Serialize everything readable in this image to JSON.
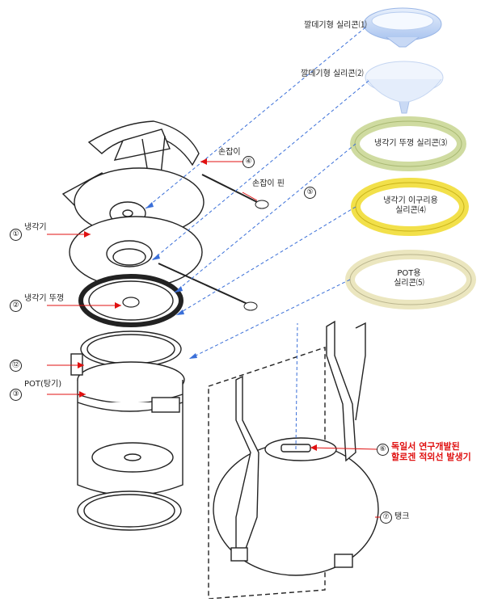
{
  "parts": {
    "silicone1": "깔데기형 실리콘⑴",
    "silicone2": "깔데기형 실리콘⑵",
    "silicone3": "냉각기 뚜껑 실리콘⑶",
    "silicone4_line1": "냉각기 이구리용",
    "silicone4_line2": "실리콘⑷",
    "silicone5_line1": "POT용",
    "silicone5_line2": "실리콘⑸",
    "handle": "손잡이",
    "handle_pin": "손잡이 핀",
    "cooler": "냉각기",
    "cooler_lid": "냉각기 뚜껑",
    "pot": "POT(탕기)",
    "uv_line1": "독일서 연구개발된",
    "uv_line2": "할로겐 적외선 발생기",
    "tank": "탱크"
  },
  "numbers": {
    "n1": "①",
    "n2": "②",
    "n3": "③",
    "n4": "④",
    "n5": "⑤",
    "n6": "⑥",
    "n7": "⑦",
    "n12": "⑫"
  },
  "colors": {
    "leader_blue": "#3a6fd8",
    "leader_red": "#e01010",
    "silicone3": "#d8e3a8",
    "silicone4": "#f1e45a",
    "silicone5": "#eee9c4",
    "funnel": "#cfe0f6"
  }
}
